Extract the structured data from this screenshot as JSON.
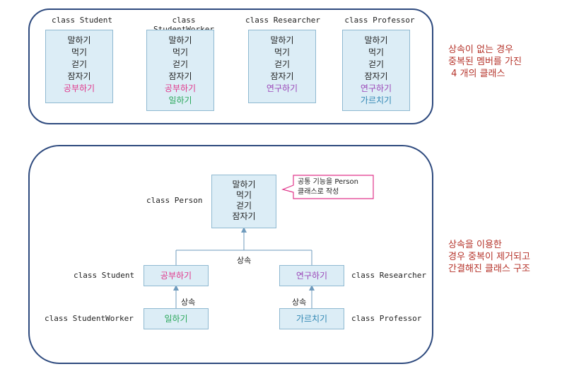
{
  "top": {
    "classes": [
      {
        "name": "class Student",
        "members": [
          "말하기",
          "먹기",
          "걷기",
          "잠자기"
        ],
        "extra": [
          {
            "text": "공부하기",
            "color": "#e0358a"
          }
        ]
      },
      {
        "name": "class StudentWorker",
        "members": [
          "말하기",
          "먹기",
          "걷기",
          "잠자기"
        ],
        "extra": [
          {
            "text": "공부하기",
            "color": "#e0358a"
          },
          {
            "text": "일하기",
            "color": "#2aa85a"
          }
        ]
      },
      {
        "name": "class Researcher",
        "members": [
          "말하기",
          "먹기",
          "걷기",
          "잠자기"
        ],
        "extra": [
          {
            "text": "연구하기",
            "color": "#9b47b8"
          }
        ]
      },
      {
        "name": "class Professor",
        "members": [
          "말하기",
          "먹기",
          "걷기",
          "잠자기"
        ],
        "extra": [
          {
            "text": "연구하기",
            "color": "#9b47b8"
          },
          {
            "text": "가르치기",
            "color": "#2f86b3"
          }
        ]
      }
    ],
    "note": "상속이 없는 경우\n중복된 멤버를 가진\n 4 개의 클래스"
  },
  "bottom": {
    "person": {
      "name": "class Person",
      "members": [
        "말하기",
        "먹기",
        "걷기",
        "잠자기"
      ]
    },
    "callout": "공통 기능을 Person\n클래스로 작성",
    "student": {
      "name": "class Student",
      "member": "공부하기"
    },
    "researcher": {
      "name": "class Researcher",
      "member": "연구하기"
    },
    "student_worker": {
      "name": "class StudentWorker",
      "member": "일하기"
    },
    "professor": {
      "name": "class Professor",
      "member": "가르치기"
    },
    "inherit_label": "상속",
    "note": "상속을 이용한\n경우 중복이 제거되고\n간결해진 클래스 구조"
  },
  "colors": {
    "border": "#2e4a7e",
    "box_fill": "#dcedf6",
    "note": "#b5332a",
    "arrow": "#6f9bbd"
  }
}
